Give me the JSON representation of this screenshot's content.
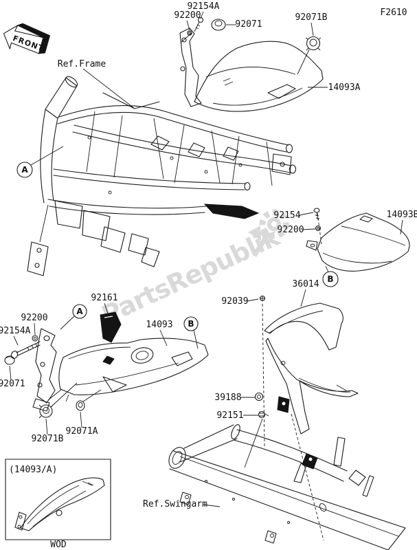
{
  "diagram": {
    "code": "F2610",
    "front_label": "FRONT",
    "watermark_text": "PartsRepublik",
    "inset_label": "(14093/A)",
    "inset_caption": "WOD",
    "line_color": "#1a1a1a",
    "watermark_color": "#d9d9d9"
  },
  "labels": [
    {
      "text": "92154A"
    },
    {
      "text": "92200"
    },
    {
      "text": "92071"
    },
    {
      "text": "92071B"
    },
    {
      "text": "14093A"
    },
    {
      "text": "Ref.Frame"
    },
    {
      "text": "92154"
    },
    {
      "text": "92200"
    },
    {
      "text": "14093B"
    },
    {
      "text": "36014"
    },
    {
      "text": "92039"
    },
    {
      "text": "92161"
    },
    {
      "text": "14093"
    },
    {
      "text": "92200"
    },
    {
      "text": "92154A"
    },
    {
      "text": "92071"
    },
    {
      "text": "92071B"
    },
    {
      "text": "92071A"
    },
    {
      "text": "39188"
    },
    {
      "text": "92151"
    },
    {
      "text": "Ref.Swingarm"
    }
  ],
  "markers": [
    {
      "letter": "A"
    },
    {
      "letter": "B"
    },
    {
      "letter": "A"
    },
    {
      "letter": "B"
    }
  ]
}
